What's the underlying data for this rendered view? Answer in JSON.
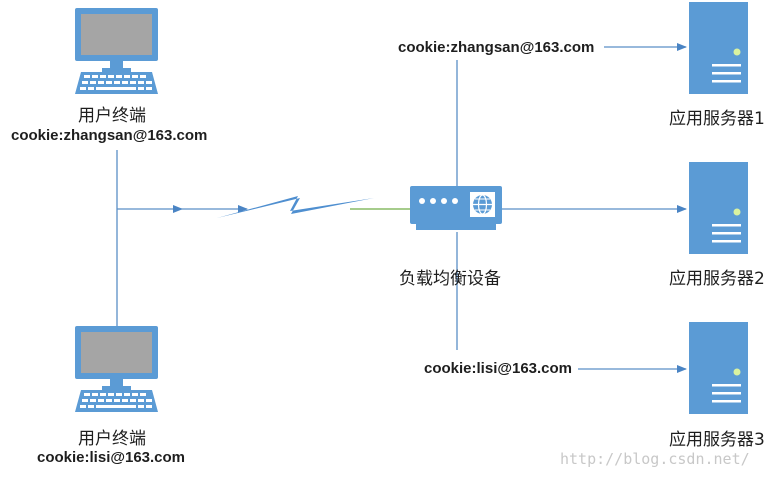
{
  "clients": [
    {
      "label": "用户终端",
      "cookie": "cookie:zhangsan@163.com",
      "icon": "desktop-computer-icon"
    },
    {
      "label": "用户终端",
      "cookie": "cookie:lisi@163.com",
      "icon": "desktop-computer-icon"
    }
  ],
  "load_balancer": {
    "label": "负载均衡设备",
    "icon": "load-balancer-device-icon"
  },
  "servers": [
    {
      "label": "应用服务器1",
      "icon": "server-tower-icon"
    },
    {
      "label": "应用服务器2",
      "icon": "server-tower-icon"
    },
    {
      "label": "应用服务器3",
      "icon": "server-tower-icon"
    }
  ],
  "routes": [
    {
      "cookie": "cookie:zhangsan@163.com",
      "target": "应用服务器1"
    },
    {
      "cookie": "cookie:lisi@163.com",
      "target": "应用服务器3"
    }
  ],
  "watermark": "http://blog.csdn.net/",
  "colors": {
    "icon_fill": "#5b9bd5",
    "icon_dark": "#41719c",
    "screen": "#a5a5a5",
    "line": "#5b8fc7",
    "link_green": "#70ad47",
    "text": "#1e1e1e"
  }
}
